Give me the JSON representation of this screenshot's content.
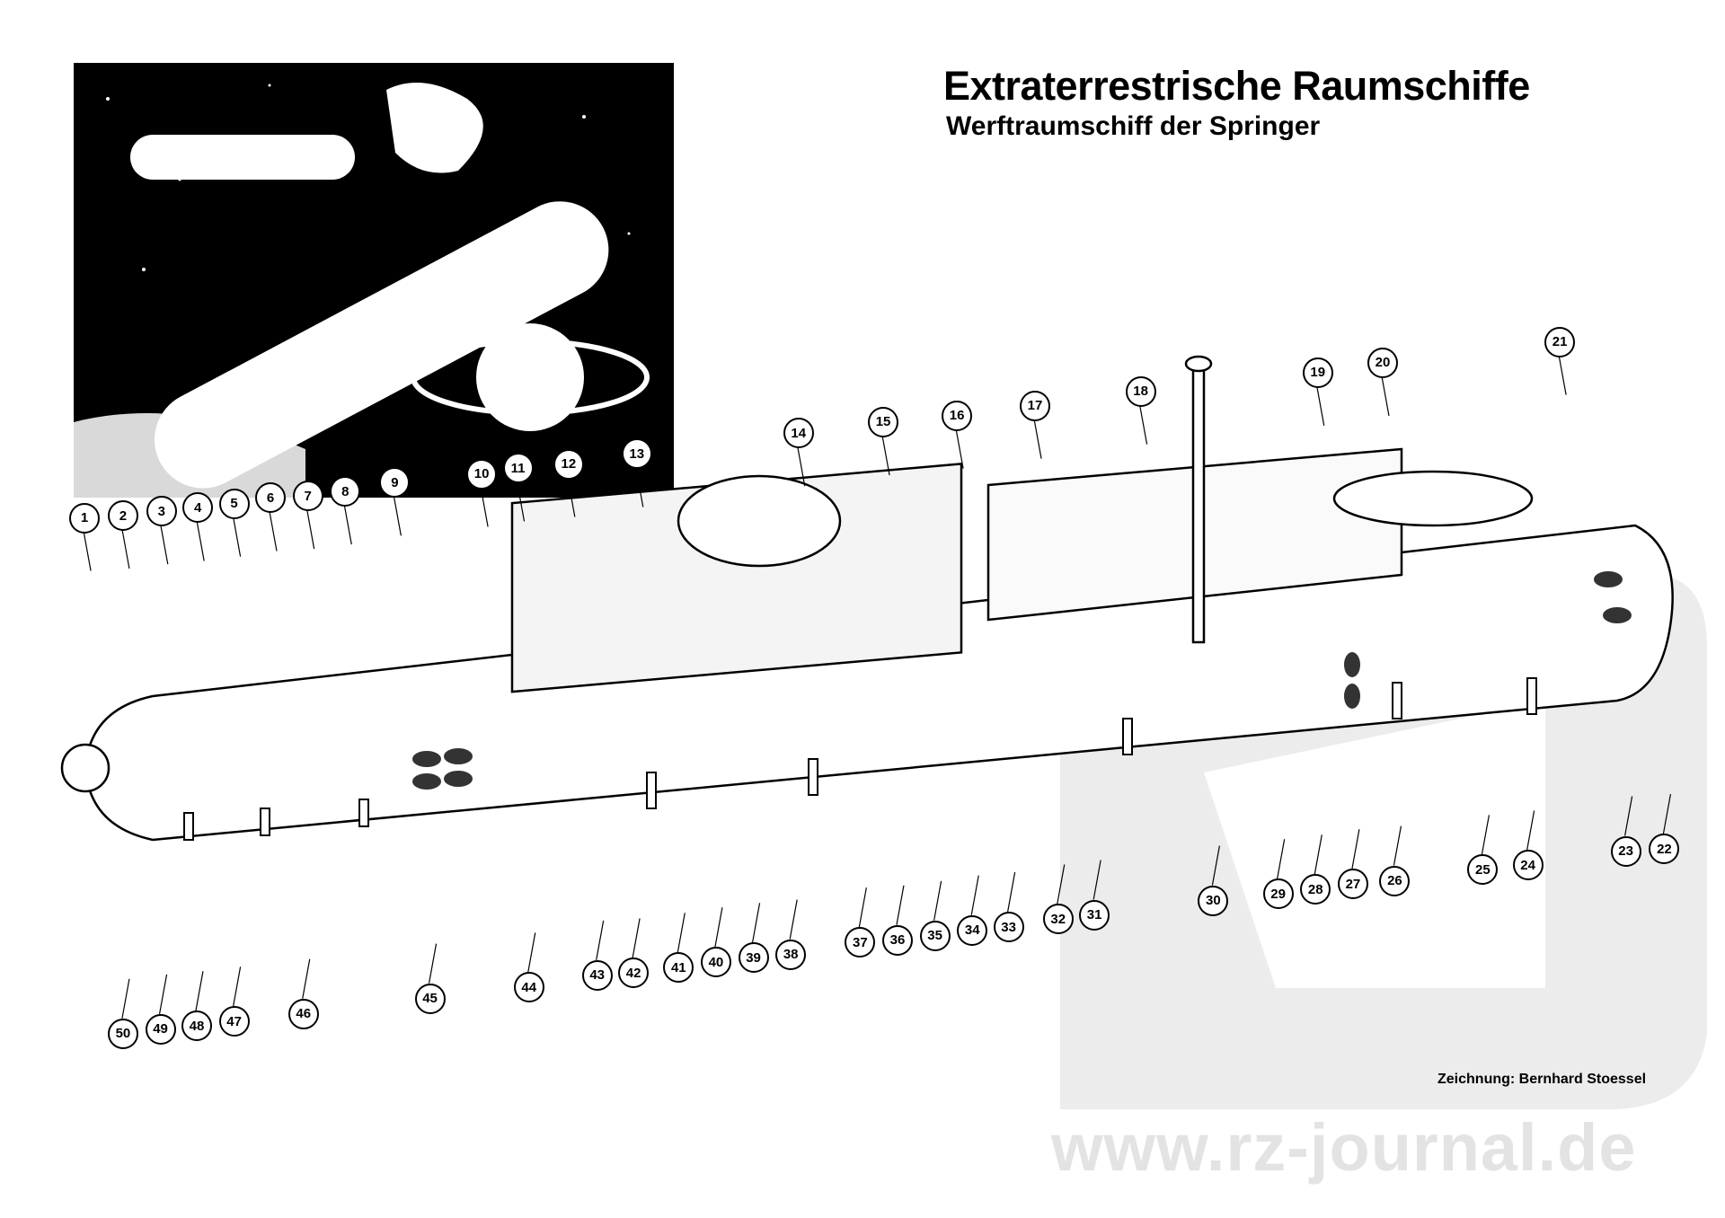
{
  "header": {
    "title": "Extraterrestrische Raumschiffe",
    "subtitle": "Werftraumschiff der Springer"
  },
  "footer": {
    "credit": "Zeichnung: Bernhard Stoessel",
    "watermark": "www.rz-journal.de"
  },
  "callouts": [
    "1",
    "2",
    "3",
    "4",
    "5",
    "6",
    "7",
    "8",
    "9",
    "10",
    "11",
    "12",
    "13",
    "14",
    "15",
    "16",
    "17",
    "18",
    "19",
    "20",
    "21",
    "22",
    "23",
    "24",
    "25",
    "26",
    "27",
    "28",
    "29",
    "30",
    "31",
    "32",
    "33",
    "34",
    "35",
    "36",
    "37",
    "38",
    "39",
    "40",
    "41",
    "42",
    "43",
    "44",
    "45",
    "46",
    "47",
    "48",
    "49",
    "50"
  ]
}
